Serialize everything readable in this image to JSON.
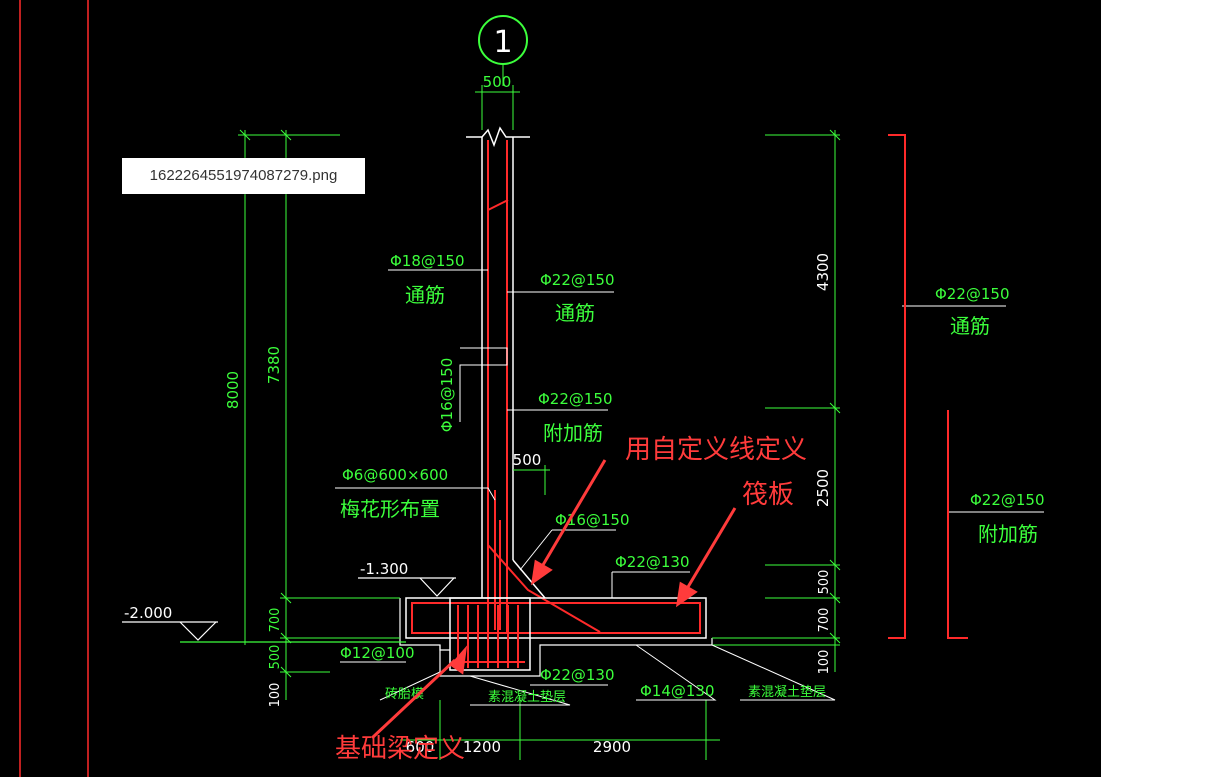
{
  "file_tooltip": "1622264551974087279.png",
  "axis_label": "1",
  "dims": {
    "top": "500",
    "d8000": "8000",
    "d7380": "7380",
    "d700l": "700",
    "d500l": "500",
    "d100l": "100",
    "d4300": "4300",
    "d2500": "2500",
    "d500r": "500",
    "d700r": "700",
    "d100r": "100",
    "d500m": "500",
    "b_left": "600",
    "b_mid": "1200",
    "b_right": "2900"
  },
  "elevations": {
    "e1": "-1.300",
    "e2": "-2.000"
  },
  "rebar": {
    "r1_code": "Φ18@150",
    "r1_text": "通筋",
    "r2_code": "Φ22@150",
    "r2_text": "通筋",
    "r3_code": "Φ16@150",
    "r4_code": "Φ22@150",
    "r4_text": "附加筋",
    "r5_code": "Φ6@600×600",
    "r5_text": "梅花形布置",
    "r6_code": "Φ16@150",
    "r7_code": "Φ22@130",
    "r8_code": "Φ12@100",
    "r9_code": "Φ22@130",
    "r10_code": "Φ14@130",
    "r11_code": "Φ22@150",
    "r11_text": "通筋",
    "r12_code": "Φ22@150",
    "r12_text": "附加筋",
    "l_brick": "砖胎模",
    "l_pad1": "素混凝土垫层",
    "l_pad2": "素混凝土垫层"
  },
  "annotations": {
    "a1": "用自定义线定义",
    "a2": "筏板",
    "a3": "基础梁定义"
  },
  "colors": {
    "cad_green": "#3cff3c",
    "cad_red": "#ff2a2a",
    "annotation_red": "#ff3b3b",
    "background": "#000000"
  }
}
